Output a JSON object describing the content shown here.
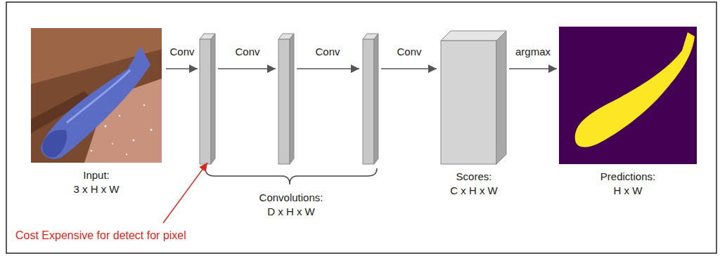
{
  "diagram": {
    "nodes": [
      {
        "text": [
          "Input: 3 x H x W"
        ]
      },
      {
        "text": [
          "Scores: C x H x W"
        ]
      },
      {
        "text": [
          "Predictions: H x W"
        ]
      }
    ],
    "edges": [
      {
        "from": 1,
        "to": 2,
        "arrow": "to",
        "label": "argmax"
      }
    ],
    "labels": [
      "Conv",
      "Conv",
      "Conv",
      "Conv",
      "Convolutions: D x H x W",
      "Cost Expensive for detect for pixel"
    ]
  }
}
